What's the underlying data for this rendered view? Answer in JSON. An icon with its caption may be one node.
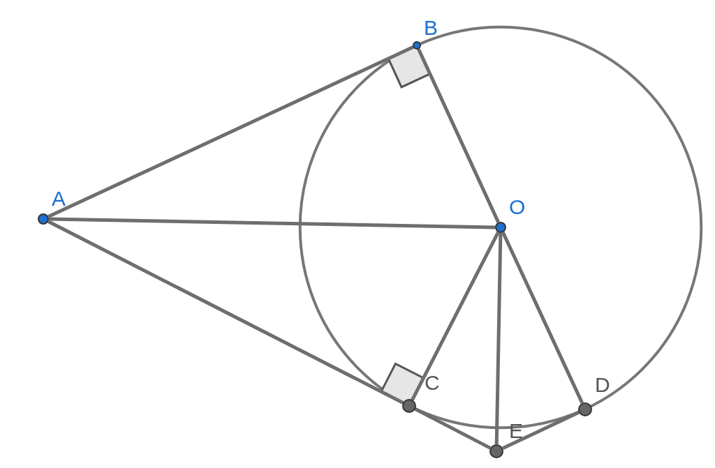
{
  "diagram": {
    "nodes": [
      {
        "text": [
          "A"
        ]
      },
      {
        "text": [
          "B"
        ]
      },
      {
        "text": [
          "O"
        ]
      },
      {
        "text": [
          "C"
        ]
      },
      {
        "text": [
          "D"
        ]
      },
      {
        "text": [
          "E"
        ]
      }
    ],
    "edges": [
      {
        "from": 0,
        "to": 1,
        "arrow": "none"
      },
      {
        "from": 0,
        "to": 2,
        "arrow": "none"
      },
      {
        "from": 0,
        "to": 3,
        "arrow": "none"
      },
      {
        "from": 3,
        "to": 5,
        "arrow": "none"
      },
      {
        "from": 5,
        "to": 4,
        "arrow": "none"
      },
      {
        "from": 2,
        "to": 1,
        "arrow": "none"
      },
      {
        "from": 2,
        "to": 3,
        "arrow": "none"
      },
      {
        "from": 2,
        "to": 5,
        "arrow": "none"
      },
      {
        "from": 2,
        "to": 4,
        "arrow": "none"
      }
    ]
  }
}
